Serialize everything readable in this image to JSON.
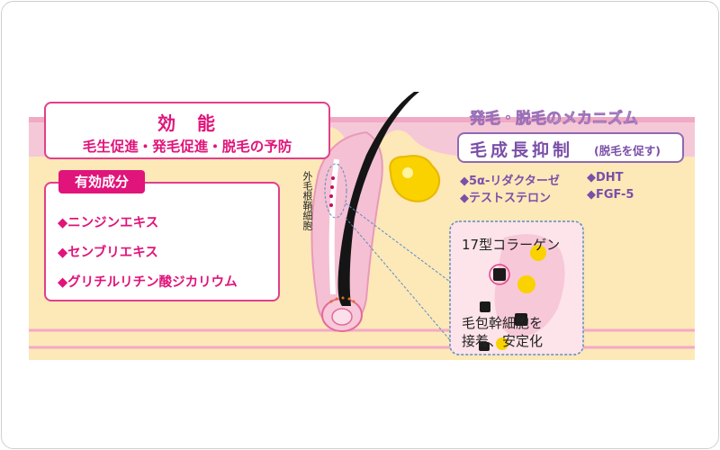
{
  "efficacy": {
    "title": "効　能",
    "subtitle": "毛生促進・発毛促進・脱毛の予防"
  },
  "ingredients": {
    "tab": "有効成分",
    "items": [
      "◆ニンジンエキス",
      "◆センブリエキス",
      "◆グリチルリチン酸ジカリウム"
    ]
  },
  "mechanism": {
    "title": "発毛・脱毛のメカニズム",
    "growth_main": "毛成長抑制",
    "growth_sub": "(脱毛を促す)",
    "factors": [
      "◆5α-リダクターゼ",
      "◆テストステロン",
      "◆DHT",
      "◆FGF-5"
    ]
  },
  "diagram": {
    "hair_sheath_label": "外毛根鞘細胞",
    "collagen_label": "17型コラーゲン",
    "stem_cell_label_line1": "毛包幹細胞を",
    "stem_cell_label_line2": "接着、安定化"
  },
  "colors": {
    "accent_pink": "#e0147a",
    "accent_purple": "#7a4fa8",
    "skin": "#fde8b8",
    "skin_pink": "#f3bcd0"
  }
}
